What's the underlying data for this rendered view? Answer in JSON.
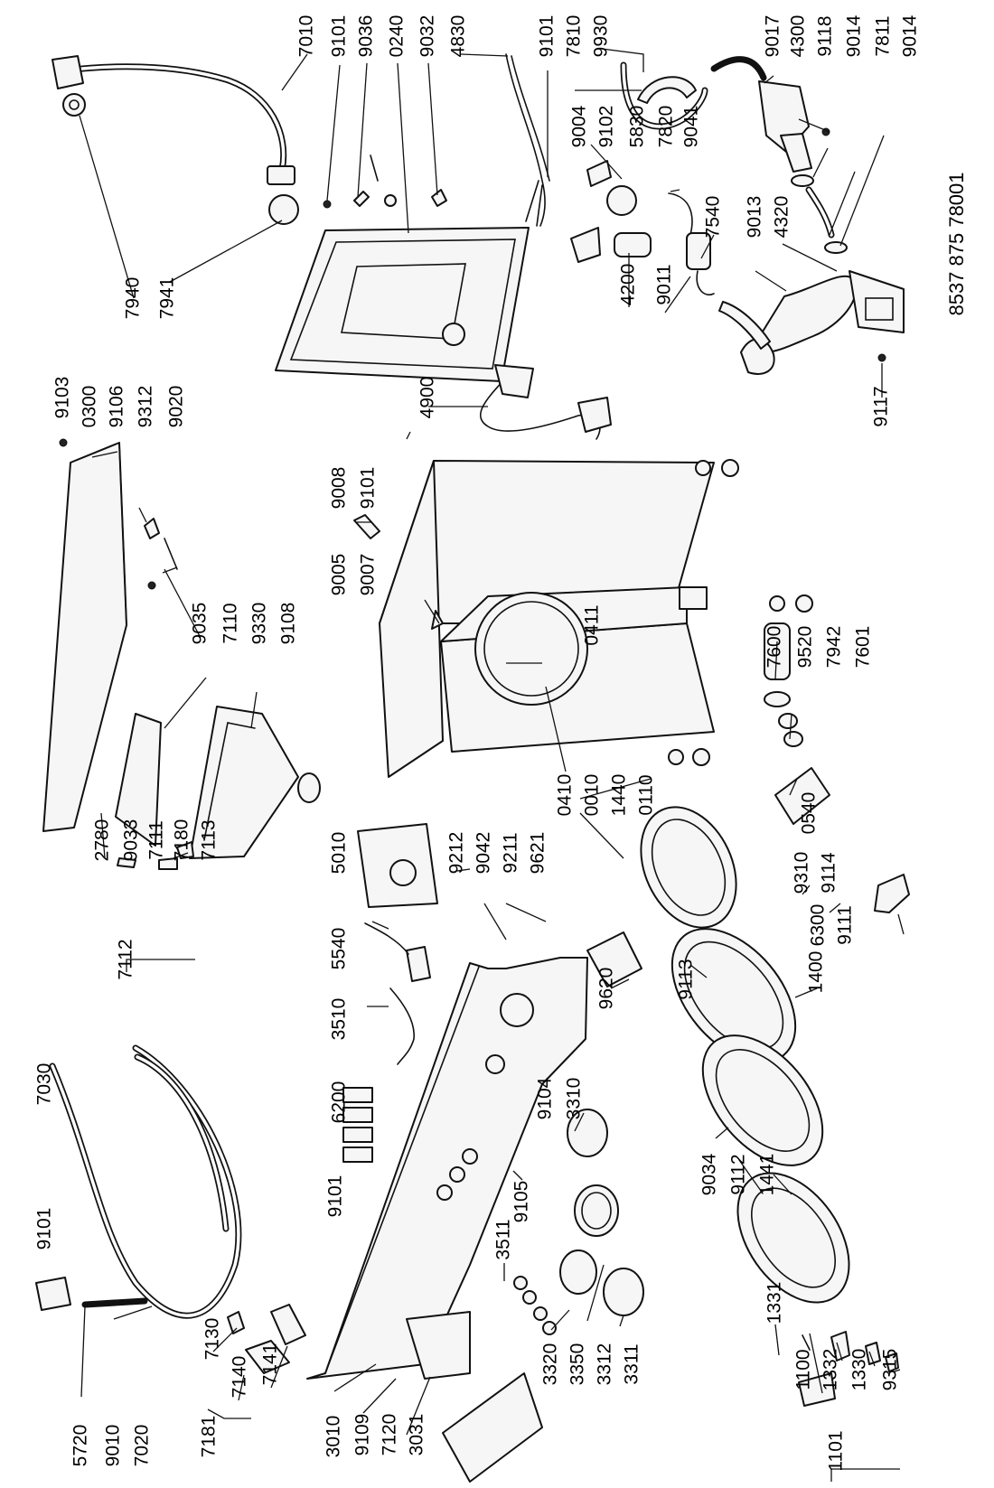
{
  "document_number": "8537 875 78001",
  "parts": [
    {
      "id": "p7010",
      "label": "7010"
    },
    {
      "id": "p9101a",
      "label": "9101"
    },
    {
      "id": "p9036",
      "label": "9036"
    },
    {
      "id": "p0240",
      "label": "0240"
    },
    {
      "id": "p9032",
      "label": "9032"
    },
    {
      "id": "p4830",
      "label": "4830"
    },
    {
      "id": "p9101b",
      "label": "9101"
    },
    {
      "id": "p7810",
      "label": "7810"
    },
    {
      "id": "p9930",
      "label": "9930"
    },
    {
      "id": "p9017",
      "label": "9017"
    },
    {
      "id": "p4300",
      "label": "4300"
    },
    {
      "id": "p9118",
      "label": "9118"
    },
    {
      "id": "p9014a",
      "label": "9014"
    },
    {
      "id": "p7811",
      "label": "7811"
    },
    {
      "id": "p9014b",
      "label": "9014"
    },
    {
      "id": "p9004",
      "label": "9004"
    },
    {
      "id": "p9102",
      "label": "9102"
    },
    {
      "id": "p5830",
      "label": "5830"
    },
    {
      "id": "p7820",
      "label": "7820"
    },
    {
      "id": "p9041",
      "label": "9041"
    },
    {
      "id": "p7540",
      "label": "7540"
    },
    {
      "id": "p9013",
      "label": "9013"
    },
    {
      "id": "p4320",
      "label": "4320"
    },
    {
      "id": "p7940",
      "label": "7940"
    },
    {
      "id": "p7941",
      "label": "7941"
    },
    {
      "id": "p4200",
      "label": "4200"
    },
    {
      "id": "p9011",
      "label": "9011"
    },
    {
      "id": "p9117",
      "label": "9117"
    },
    {
      "id": "p4900",
      "label": "4900"
    },
    {
      "id": "p9103",
      "label": "9103"
    },
    {
      "id": "p0300",
      "label": "0300"
    },
    {
      "id": "p9106",
      "label": "9106"
    },
    {
      "id": "p9312",
      "label": "9312"
    },
    {
      "id": "p9020",
      "label": "9020"
    },
    {
      "id": "p9008",
      "label": "9008"
    },
    {
      "id": "p9101c",
      "label": "9101"
    },
    {
      "id": "p9005",
      "label": "9005"
    },
    {
      "id": "p9007",
      "label": "9007"
    },
    {
      "id": "p9035",
      "label": "9035"
    },
    {
      "id": "p7110",
      "label": "7110"
    },
    {
      "id": "p9330",
      "label": "9330"
    },
    {
      "id": "p9108",
      "label": "9108"
    },
    {
      "id": "p0411",
      "label": "0411"
    },
    {
      "id": "p7600",
      "label": "7600"
    },
    {
      "id": "p9520",
      "label": "9520"
    },
    {
      "id": "p7942",
      "label": "7942"
    },
    {
      "id": "p7601",
      "label": "7601"
    },
    {
      "id": "p0540",
      "label": "0540"
    },
    {
      "id": "p2780",
      "label": "2780"
    },
    {
      "id": "p9033",
      "label": "9033"
    },
    {
      "id": "p7111",
      "label": "7111"
    },
    {
      "id": "p7180",
      "label": "7180"
    },
    {
      "id": "p7113",
      "label": "7113"
    },
    {
      "id": "p7112",
      "label": "7112"
    },
    {
      "id": "p5010",
      "label": "5010"
    },
    {
      "id": "p9212",
      "label": "9212"
    },
    {
      "id": "p9042",
      "label": "9042"
    },
    {
      "id": "p9211",
      "label": "9211"
    },
    {
      "id": "p9621",
      "label": "9621"
    },
    {
      "id": "p0410",
      "label": "0410"
    },
    {
      "id": "p0010",
      "label": "0010"
    },
    {
      "id": "p1440",
      "label": "1440"
    },
    {
      "id": "p0110",
      "label": "0110"
    },
    {
      "id": "p9310",
      "label": "9310"
    },
    {
      "id": "p9114",
      "label": "9114"
    },
    {
      "id": "p5540",
      "label": "5540"
    },
    {
      "id": "p3510",
      "label": "3510"
    },
    {
      "id": "p6200",
      "label": "6200"
    },
    {
      "id": "p7030",
      "label": "7030"
    },
    {
      "id": "p9101d",
      "label": "9101"
    },
    {
      "id": "p9101e",
      "label": "9101"
    },
    {
      "id": "p9104",
      "label": "9104"
    },
    {
      "id": "p3310",
      "label": "3310"
    },
    {
      "id": "p9620",
      "label": "9620"
    },
    {
      "id": "p9113",
      "label": "9113"
    },
    {
      "id": "p1400",
      "label": "1400"
    },
    {
      "id": "p6300",
      "label": "6300"
    },
    {
      "id": "p9111",
      "label": "9111"
    },
    {
      "id": "p9105",
      "label": "9105"
    },
    {
      "id": "p9034",
      "label": "9034"
    },
    {
      "id": "p9112",
      "label": "9112"
    },
    {
      "id": "p1441",
      "label": "1441"
    },
    {
      "id": "p3511",
      "label": "3511"
    },
    {
      "id": "p5720",
      "label": "5720"
    },
    {
      "id": "p9010",
      "label": "9010"
    },
    {
      "id": "p7020",
      "label": "7020"
    },
    {
      "id": "p7130",
      "label": "7130"
    },
    {
      "id": "p7140",
      "label": "7140"
    },
    {
      "id": "p7141",
      "label": "7141"
    },
    {
      "id": "p7181",
      "label": "7181"
    },
    {
      "id": "p3010",
      "label": "3010"
    },
    {
      "id": "p9109",
      "label": "9109"
    },
    {
      "id": "p7120",
      "label": "7120"
    },
    {
      "id": "p3031",
      "label": "3031"
    },
    {
      "id": "p3320",
      "label": "3320"
    },
    {
      "id": "p3350",
      "label": "3350"
    },
    {
      "id": "p3312",
      "label": "3312"
    },
    {
      "id": "p3311",
      "label": "3311"
    },
    {
      "id": "p1331",
      "label": "1331"
    },
    {
      "id": "p1100",
      "label": "1100"
    },
    {
      "id": "p1332",
      "label": "1332"
    },
    {
      "id": "p1330",
      "label": "1330"
    },
    {
      "id": "p9315",
      "label": "9315"
    },
    {
      "id": "p1101",
      "label": "1101"
    }
  ]
}
